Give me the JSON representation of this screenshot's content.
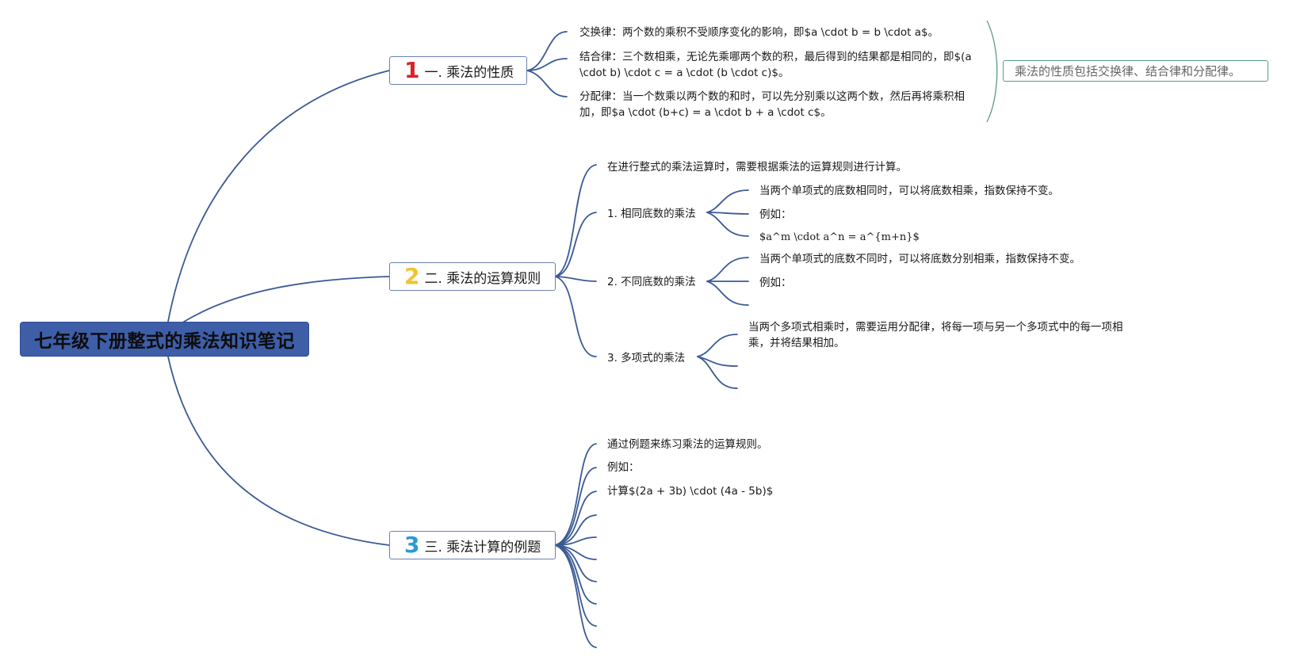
{
  "root": {
    "title": "七年级下册整式的乘法知识笔记"
  },
  "branches": [
    {
      "number": "1",
      "label": "一. 乘法的性质",
      "children": [
        "交换律：两个数的乘积不受顺序变化的影响，即$a \\cdot b = b \\cdot a$。",
        "结合律：三个数相乘，无论先乘哪两个数的积，最后得到的结果都是相同的，即$(a \\cdot b) \\cdot c = a \\cdot (b \\cdot c)$。",
        "分配律：当一个数乘以两个数的和时，可以先分别乘以这两个数，然后再将乘积相加，即$a \\cdot (b+c) = a \\cdot b + a \\cdot c$。"
      ],
      "summary": "乘法的性质包括交换律、结合律和分配律。"
    },
    {
      "number": "2",
      "label": "二. 乘法的运算规则",
      "intro": "在进行整式的乘法运算时，需要根据乘法的运算规则进行计算。",
      "subs": [
        {
          "label": "1. 相同底数的乘法",
          "children": [
            "当两个单项式的底数相同时，可以将底数相乘，指数保持不变。",
            "例如：",
            "$a^m \\cdot a^n = a^{m+n}$"
          ]
        },
        {
          "label": "2. 不同底数的乘法",
          "children": [
            "当两个单项式的底数不同时，可以将底数分别相乘，指数保持不变。",
            "例如："
          ]
        },
        {
          "label": "3. 多项式的乘法",
          "children": [
            "当两个多项式相乘时，需要运用分配律，将每一项与另一个多项式中的每一项相乘，并将结果相加。"
          ]
        }
      ]
    },
    {
      "number": "3",
      "label": "三. 乘法计算的例题",
      "children": [
        "通过例题来练习乘法的运算规则。",
        "例如：",
        "计算$(2a + 3b) \\cdot (4a - 5b)$"
      ]
    }
  ],
  "colors": {
    "line": "#3a5a95",
    "root_fill": "#3f5ea8",
    "num1": "#d8232a",
    "num2": "#f2c230",
    "num3": "#2a9ad8",
    "summary_brace": "#5a9a8a"
  }
}
